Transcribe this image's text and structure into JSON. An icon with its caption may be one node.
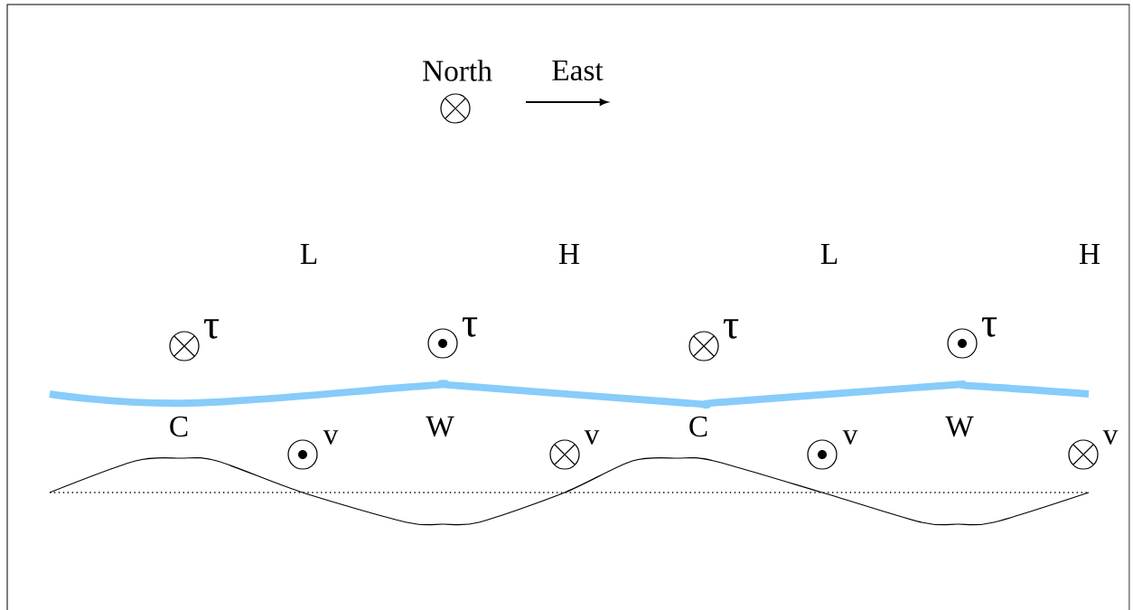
{
  "diagram": {
    "labels": [
      "North",
      "East",
      "L",
      "H",
      "L",
      "H",
      "τ",
      "τ",
      "τ",
      "τ",
      "C",
      "v",
      "W",
      "v",
      "C",
      "v",
      "W",
      "v"
    ]
  }
}
